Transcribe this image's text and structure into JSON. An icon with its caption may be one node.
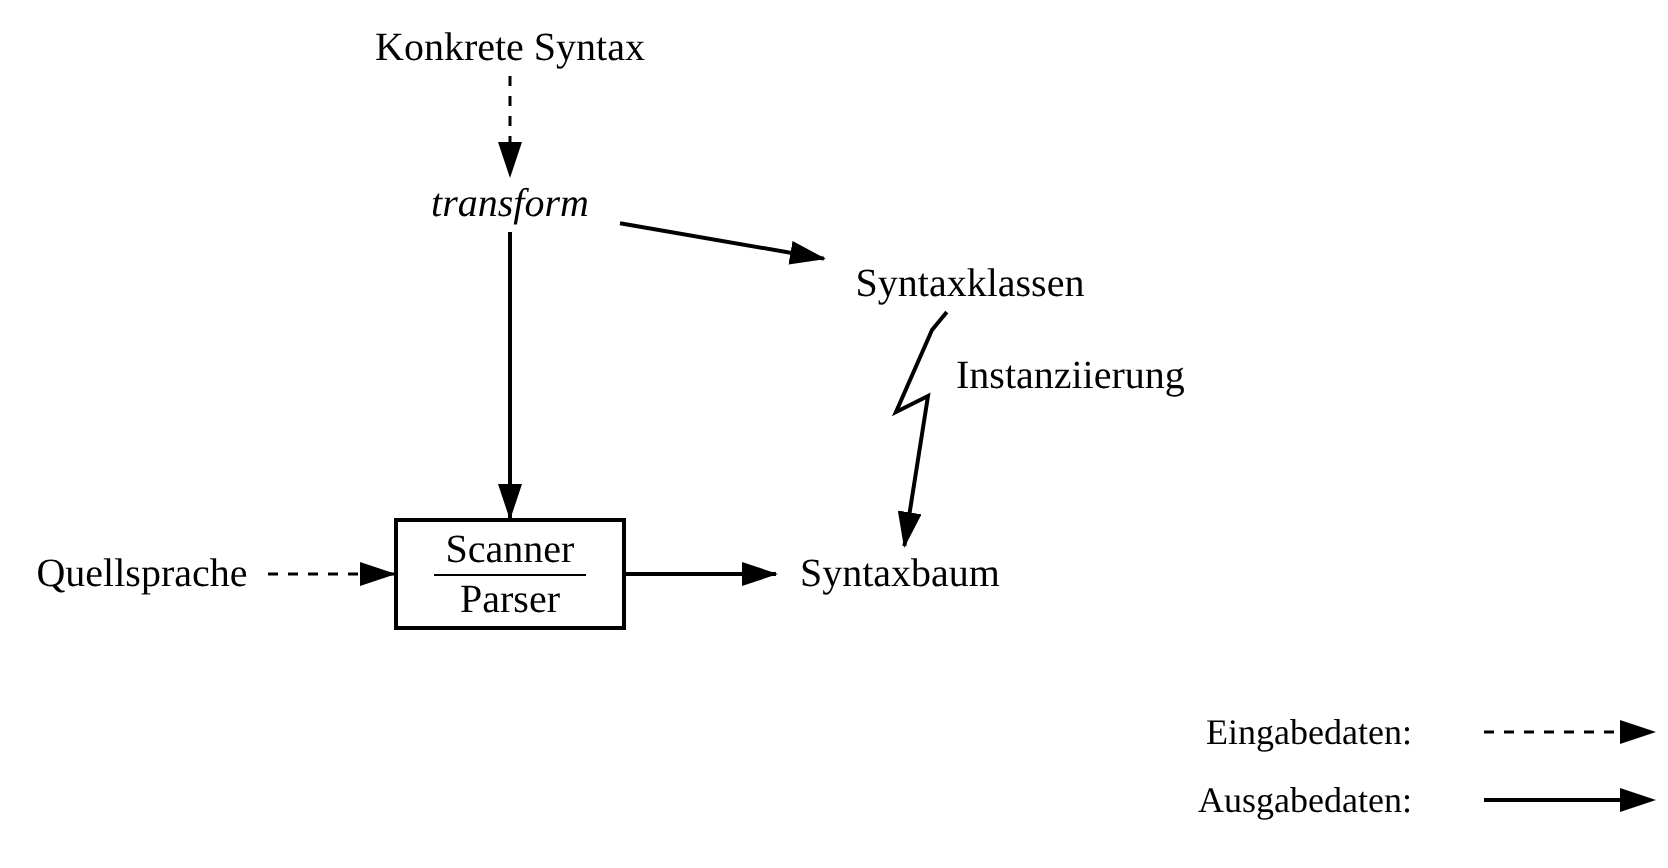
{
  "diagram": {
    "nodes": [
      {
        "text": [
          "Konkrete Syntax"
        ]
      },
      {
        "text": [
          "transform"
        ]
      },
      {
        "text": [
          "Syntaxklassen"
        ]
      },
      {
        "text": [
          "Quellsprache"
        ]
      },
      {
        "text": [
          "Scanner",
          "Parser"
        ]
      },
      {
        "text": [
          "Syntaxbaum"
        ]
      }
    ],
    "edges": [
      {
        "from": 0,
        "to": 1,
        "arrow": "to",
        "style": "dashed"
      },
      {
        "from": 1,
        "to": 2,
        "arrow": "to"
      },
      {
        "from": 1,
        "to": 4,
        "arrow": "to"
      },
      {
        "from": 2,
        "to": 5,
        "arrow": "to",
        "label": "Instanziierung"
      },
      {
        "from": 3,
        "to": 4,
        "arrow": "to",
        "style": "dashed"
      },
      {
        "from": 4,
        "to": 5,
        "arrow": "to"
      }
    ],
    "legend": [
      {
        "text": "Eingabedaten:"
      },
      {
        "text": "Ausgabedaten:"
      }
    ]
  }
}
